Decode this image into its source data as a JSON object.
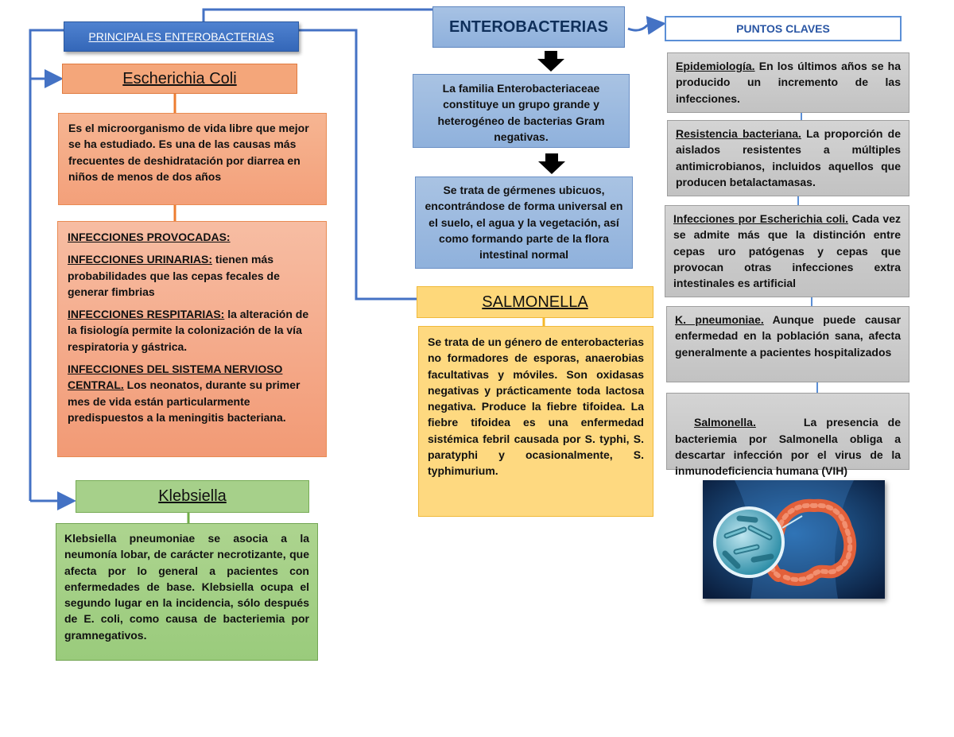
{
  "main": {
    "title": "ENTEROBACTERIAS",
    "familia": "La familia Enterobacteriaceae constituye un grupo grande y heterogéneo de bacterias Gram negativas.",
    "germenes": "Se trata de gérmenes ubicuos, encontrándose de forma universal en el suelo, el agua y la vegetación, así como formando parte de la flora intestinal normal"
  },
  "principales": {
    "title": "PRINCIPALES ENTEROBACTERIAS"
  },
  "ecoli": {
    "title": "Escherichia Coli",
    "description": "Es el microorganismo de vida libre que mejor se ha estudiado. Es una de las causas más frecuentes de deshidratación por diarrea en niños de menos de dos años",
    "infecciones_heading": "INFECCIONES PROVOCADAS:",
    "urinarias_label": "INFECCIONES URINARIAS:",
    "urinarias_text": " tienen más probabilidades que las cepas fecales de generar fimbrias",
    "respiratorias_label": "INFECCIONES RESPITARIAS:",
    "respiratorias_text": " la alteración de la fisiología permite la colonización de la vía respiratoria y gástrica.",
    "snc_label": "INFECCIONES DEL SISTEMA NERVIOSO CENTRAL.",
    "snc_text": " Los neonatos, durante su primer mes de vida están particularmente predispuestos a la meningitis bacteriana."
  },
  "klebsiella": {
    "title": "Klebsiella",
    "description": "Klebsiella pneumoniae se asocia a la neumonía lobar, de carácter necrotizante, que afecta por lo general a pacientes con enfermedades de base. Klebsiella ocupa el segundo lugar en la incidencia, sólo después de E. coli, como causa de bacteriemia por gramnegativos."
  },
  "salmonella": {
    "title": "SALMONELLA",
    "description": "Se trata de un género de enterobacterias no formadores de esporas, anaerobias facultativas y móviles. Son oxidasas negativas y prácticamente toda lactosa negativa. Produce la fiebre tifoidea. La fiebre tifoidea es una enfermedad sistémica febril causada por S. typhi, S. paratyphi y ocasionalmente, S. typhimurium."
  },
  "puntos": {
    "title": "PUNTOS CLAVES",
    "items": [
      {
        "label": "Epidemiología.",
        "text": " En los últimos años se ha producido un incremento de las infecciones."
      },
      {
        "label": "Resistencia bacteriana.",
        "text": " La proporción de aislados resistentes a múltiples antimicrobianos, incluidos aquellos que producen betalactamasas."
      },
      {
        "label": "Infecciones por Escherichia coli.",
        "text": " Cada vez se admite más que la distinción entre cepas uro patógenas y cepas que provocan otras infecciones extra intestinales es artificial"
      },
      {
        "label": "K. pneumoniae.",
        "text": " Aunque puede causar enfermedad en la población sana, afecta generalmente a pacientes hospitalizados"
      },
      {
        "label": "Salmonella.",
        "text": "     La presencia de bacteriemia por Salmonella obliga a descartar infección por el virus de la inmunodeficiencia humana (VIH)"
      }
    ]
  },
  "colors": {
    "connector": "#4472c4",
    "ecoli_connector": "#ed7d31",
    "kleb_connector": "#70ad47",
    "salm_connector": "#f4b82a",
    "gray_connector": "#5b8fd6"
  },
  "icons": {
    "illustration": "intestine-bacteria-illustration"
  }
}
